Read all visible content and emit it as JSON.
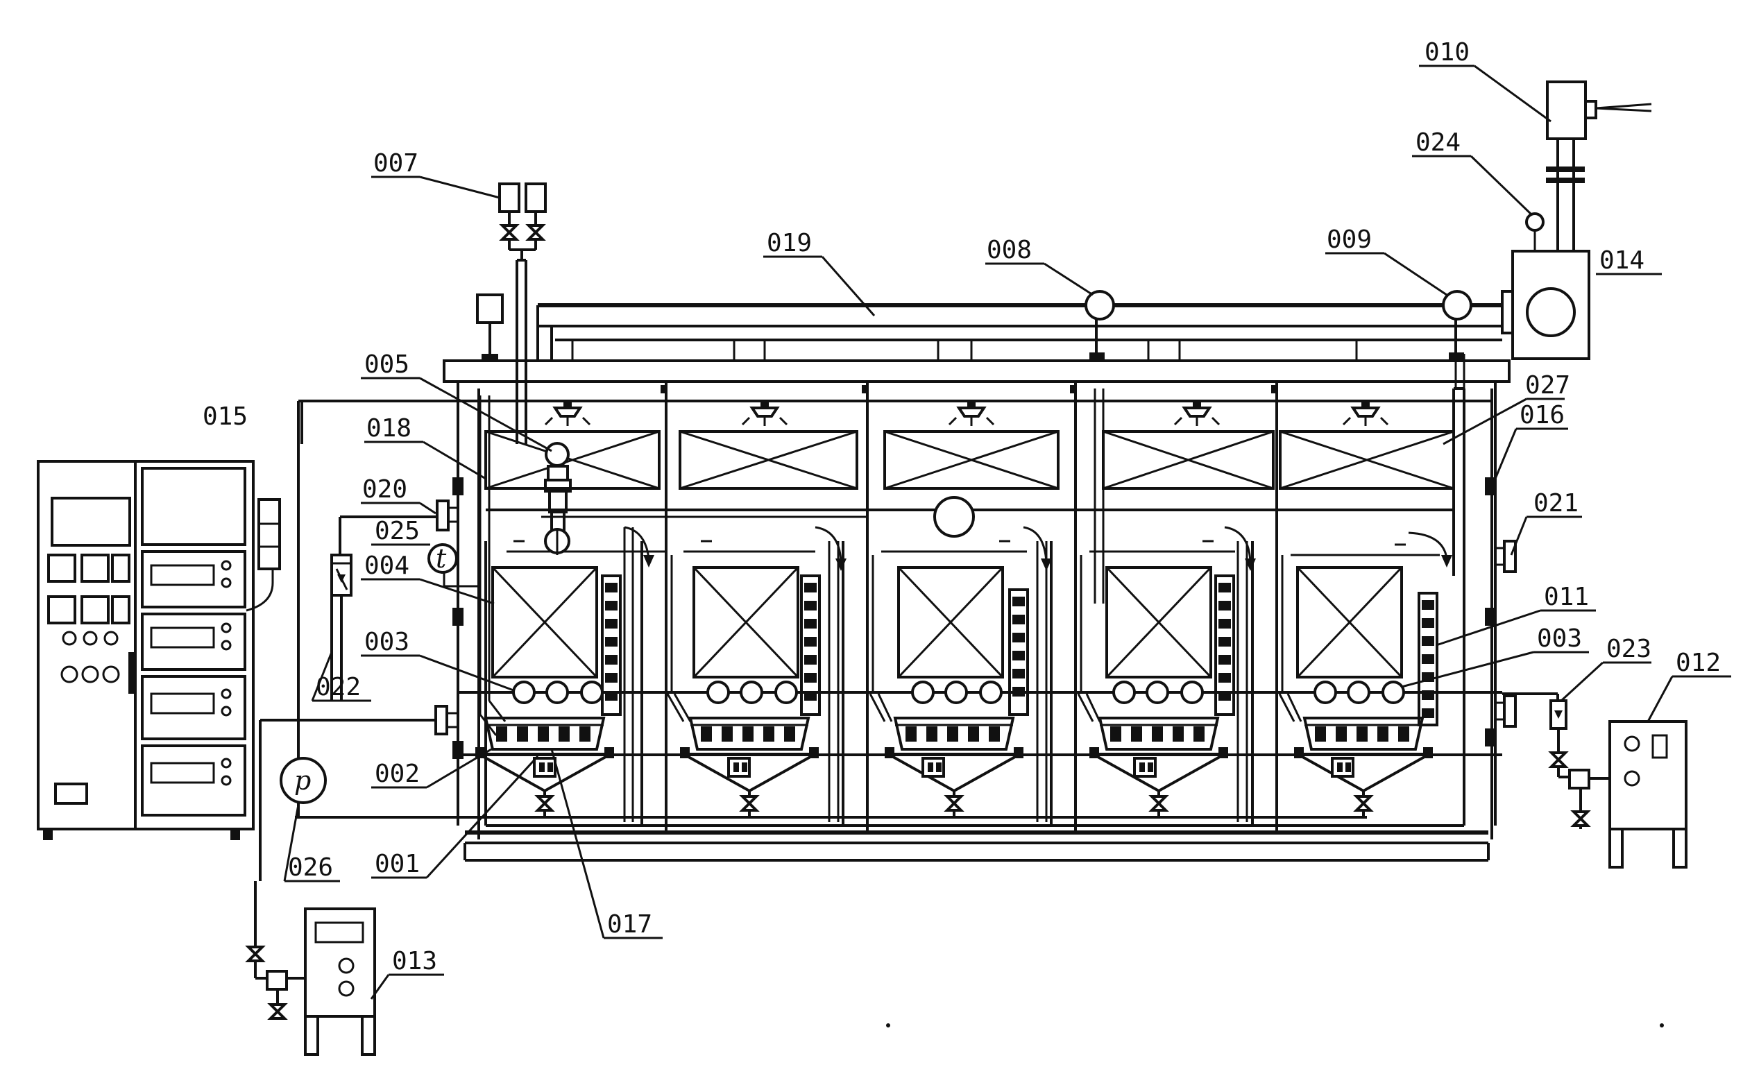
{
  "labels": {
    "l001": "001",
    "l002": "002",
    "l003a": "003",
    "l003b": "003",
    "l004": "004",
    "l005": "005",
    "l007": "007",
    "l008": "008",
    "l009": "009",
    "l010": "010",
    "l011": "011",
    "l012": "012",
    "l013": "013",
    "l014": "014",
    "l015": "015",
    "l016": "016",
    "l017": "017",
    "l018": "018",
    "l019": "019",
    "l020": "020",
    "l021": "021",
    "l022": "022",
    "l023": "023",
    "l024": "024",
    "l025": "025",
    "l026": "026",
    "l027": "027"
  },
  "gauges": {
    "pressure_symbol": "p",
    "temperature_symbol": "t"
  }
}
